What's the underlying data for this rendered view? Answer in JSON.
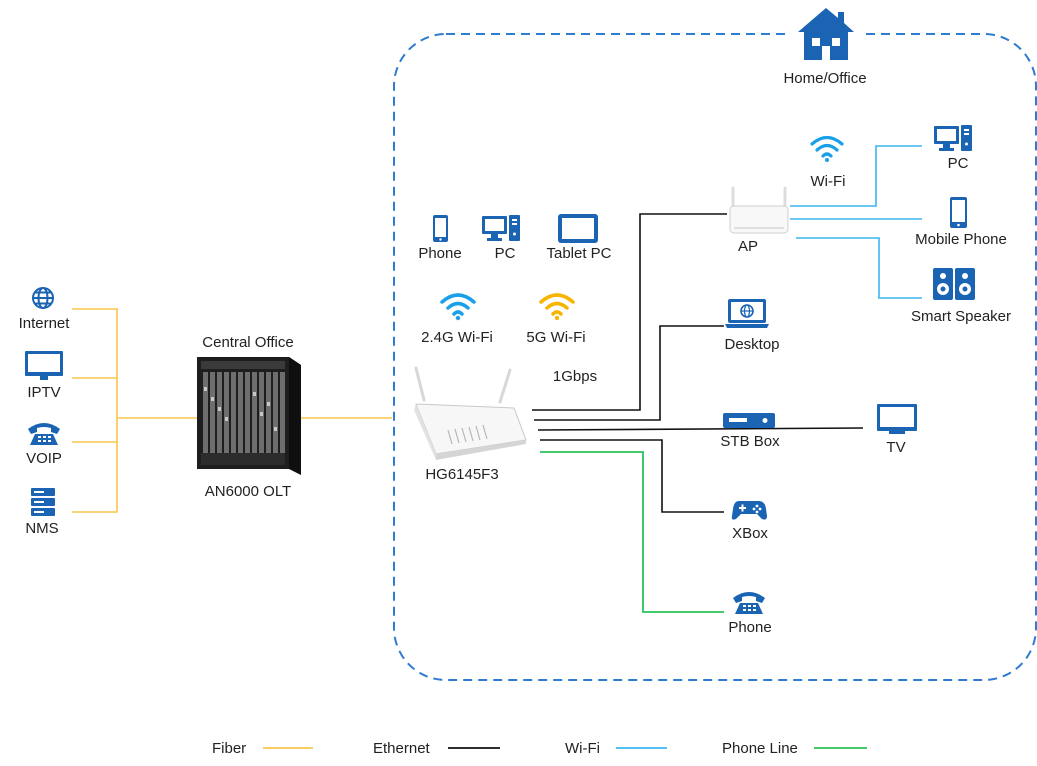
{
  "colors": {
    "fiber": "#f8c54a",
    "ethernet": "#111111",
    "wifi": "#3bb6ef",
    "phone_line": "#2bc25c",
    "icon_blue": "#1b64b3",
    "boundary": "#2f7bd1",
    "wifi_24g": "#1aa0e8",
    "wifi_5g": "#f7b500"
  },
  "region": {
    "label": "Home/Office",
    "icon": "house-icon"
  },
  "services": [
    {
      "label": "Internet",
      "icon": "globe-icon"
    },
    {
      "label": "IPTV",
      "icon": "monitor-icon"
    },
    {
      "label": "VOIP",
      "icon": "telephone-icon"
    },
    {
      "label": "NMS",
      "icon": "server-icon"
    }
  ],
  "central_office": {
    "title": "Central Office",
    "device": "AN6000 OLT",
    "icon": "olt-chassis-icon"
  },
  "ont": {
    "label": "HG6145F3",
    "icon": "router-icon",
    "speed": "1Gbps"
  },
  "wifi_clients": [
    {
      "label": "Phone",
      "icon": "smartphone-icon"
    },
    {
      "label": "PC",
      "icon": "desktop-pc-icon"
    },
    {
      "label": "Tablet PC",
      "icon": "tablet-icon"
    }
  ],
  "wifi_bands": [
    {
      "label": "2.4G Wi-Fi",
      "icon": "wifi-icon"
    },
    {
      "label": "5G Wi-Fi",
      "icon": "wifi-icon"
    }
  ],
  "ap": {
    "label": "AP",
    "icon": "access-point-icon",
    "wifi_label": "Wi-Fi"
  },
  "ap_clients": [
    {
      "label": "PC",
      "icon": "desktop-pc-icon"
    },
    {
      "label": "Mobile Phone",
      "icon": "smartphone-icon"
    },
    {
      "label": "Smart Speaker",
      "icon": "speaker-icon"
    }
  ],
  "wired_devices": [
    {
      "label": "Desktop",
      "icon": "laptop-icon"
    },
    {
      "label": "STB Box",
      "icon": "set-top-box-icon"
    },
    {
      "label": "TV",
      "icon": "tv-icon"
    },
    {
      "label": "XBox",
      "icon": "gamepad-icon"
    },
    {
      "label": "Phone",
      "icon": "telephone-icon"
    }
  ],
  "legend": [
    {
      "label": "Fiber",
      "color": "#f8c54a"
    },
    {
      "label": "Ethernet",
      "color": "#111111"
    },
    {
      "label": "Wi-Fi",
      "color": "#3bb6ef"
    },
    {
      "label": "Phone Line",
      "color": "#2bc25c"
    }
  ]
}
